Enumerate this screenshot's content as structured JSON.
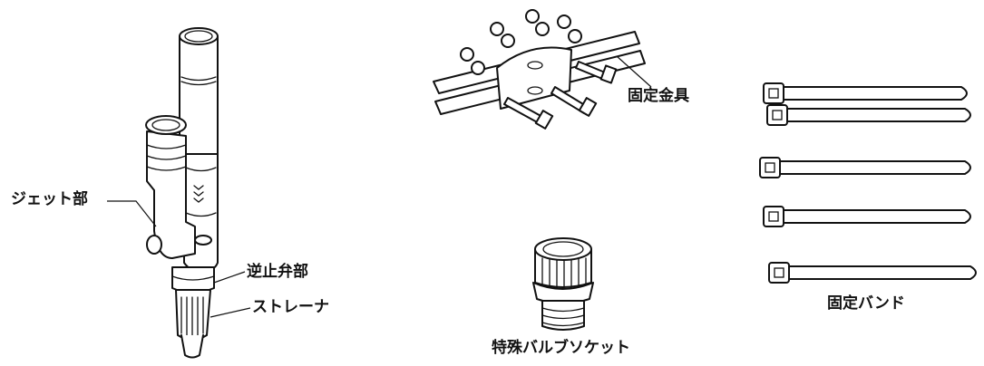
{
  "labels": {
    "jet_part": "ジェット部",
    "check_valve": "逆止弁部",
    "strainer": "ストレーナ",
    "fixing_bracket": "固定金具",
    "special_valve_socket": "特殊バルブソケット",
    "fixing_band": "固定バンド"
  },
  "colors": {
    "ink": "#111111",
    "background": "#ffffff"
  }
}
